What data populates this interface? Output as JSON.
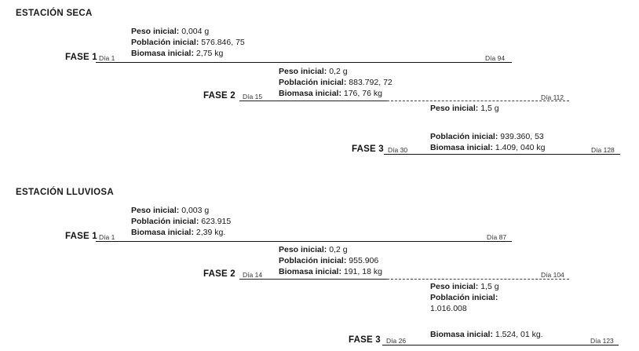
{
  "page": {
    "labels": {
      "peso": "Peso inicial:",
      "poblacion": "Población inicial:",
      "biomasa": "Biomasa inicial:"
    }
  },
  "sections": [
    {
      "id": "estacion-seca",
      "title": "ESTACIÓN  SECA",
      "phases": [
        {
          "id": "seca-fase-1",
          "label": "FASE 1",
          "day_start": "Día 1",
          "day_end": "Día 94",
          "peso_valor": "0,004 g",
          "poblacion_valor": "576.846, 75",
          "biomasa_valor": "2,75 kg",
          "line_style": "solid"
        },
        {
          "id": "seca-fase-2",
          "label": "FASE 2",
          "day_start": "Día 15",
          "day_end": "Día 112",
          "peso_valor": "0,2 g",
          "poblacion_valor": "883.792, 72",
          "biomasa_valor": "176, 76 kg",
          "line_style": "dashed"
        },
        {
          "id": "seca-fase-3",
          "label": "FASE 3",
          "day_start": "Día 30",
          "day_end": "Día 128",
          "peso_valor": "1,5 g",
          "poblacion_valor": "939.360, 53",
          "biomasa_valor": "1.409, 040 kg",
          "line_style": "solid"
        }
      ]
    },
    {
      "id": "estacion-lluviosa",
      "title": "ESTACIÓN  LLUVIOSA",
      "phases": [
        {
          "id": "lluviosa-fase-1",
          "label": "FASE 1",
          "day_start": "Día 1",
          "day_end": "Día 87",
          "peso_valor": "0,003 g",
          "poblacion_valor": "623.915",
          "biomasa_valor": "2,39 kg.",
          "line_style": "solid"
        },
        {
          "id": "lluviosa-fase-2",
          "label": "FASE 2",
          "day_start": "Día 14",
          "day_end": "Día 104",
          "peso_valor": "0,2 g",
          "poblacion_valor": "955.906",
          "biomasa_valor": "191, 18 kg",
          "line_style": "dashed"
        },
        {
          "id": "lluviosa-fase-3",
          "label": "FASE 3",
          "day_start": "Día 26",
          "day_end": "Día 123",
          "peso_valor": "1,5 g",
          "poblacion_valor": "1.016.008",
          "biomasa_valor": "1.524, 01 kg.",
          "line_style": "solid"
        }
      ]
    }
  ]
}
